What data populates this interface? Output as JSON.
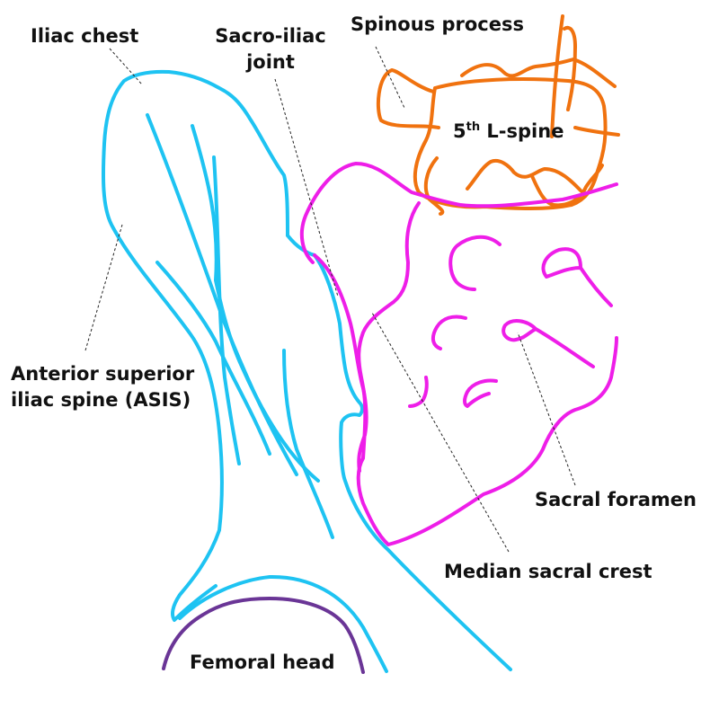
{
  "labels": {
    "iliac_chest": "Iliac chest",
    "sacro_iliac_joint_line1": "Sacro-iliac",
    "sacro_iliac_joint_line2": "joint",
    "spinous_process": "Spinous process",
    "l_spine_num": "5",
    "l_spine_sup": "th",
    "l_spine_rest": " L-spine",
    "asis_line1": "Anterior superior",
    "asis_line2": "iliac spine (ASIS)",
    "sacral_foramen": "Sacral foramen",
    "median_sacral_crest": "Median sacral crest",
    "femoral_head": "Femoral head"
  },
  "colors": {
    "ilium": "#1ec3f2",
    "sacrum": "#ee1ee8",
    "lumbar": "#f0720f",
    "femur": "#6a3596",
    "text": "#111111",
    "leader": "#222222"
  }
}
